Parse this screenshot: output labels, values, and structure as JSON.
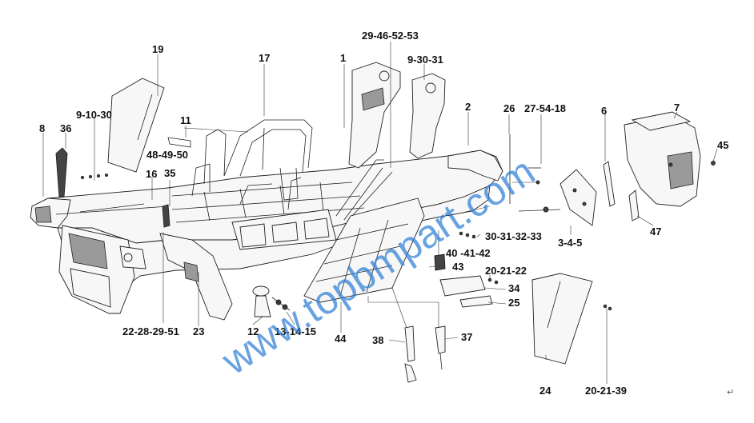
{
  "labels": {
    "l1": "1",
    "l2": "2",
    "l3_4_5": "3-4-5",
    "l6": "6",
    "l7": "7",
    "l8": "8",
    "l9_10_30_a": "9-10-30",
    "l9_30_31": "9-30-31",
    "l11": "11",
    "l12": "12",
    "l13_14_15": "13-14-15",
    "l16": "16",
    "l17": "17",
    "l19": "19",
    "l20_21_22": "20-21-22",
    "l20_21_39": "20-21-39",
    "l22_28_29_51": "22-28-29-51",
    "l23": "23",
    "l24": "24",
    "l25": "25",
    "l26": "26",
    "l27_54_18": "27-54-18",
    "l29_46_52_53": "29-46-52-53",
    "l30_31_32_33": "30-31-32-33",
    "l34": "34",
    "l35": "35",
    "l36": "36",
    "l37": "37",
    "l38": "38",
    "l40_41_42": "40 -41-42",
    "l43": "43",
    "l44": "44",
    "l45": "45",
    "l47": "47",
    "l48_49_50": "48-49-50"
  },
  "watermark": "www.topbmpart.com",
  "colors": {
    "watermark": "#2f7fd6",
    "line": "#222222",
    "label": "#111111"
  },
  "corner_mark": "↵"
}
